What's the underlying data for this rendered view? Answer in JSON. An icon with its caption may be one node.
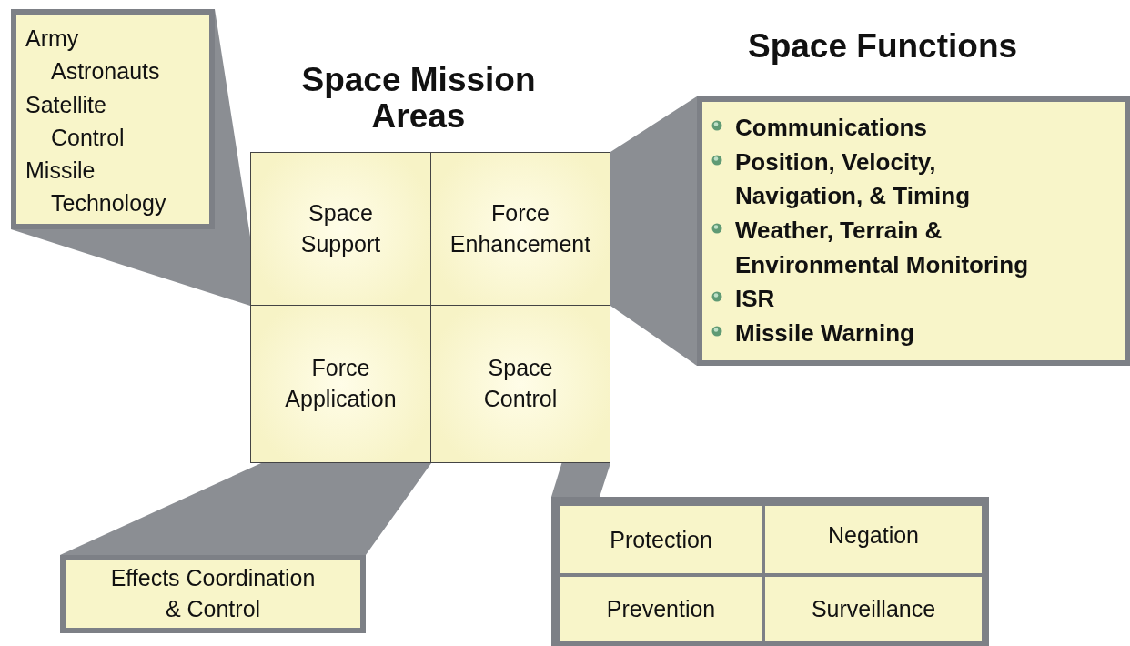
{
  "diagram": {
    "title": "Space Mission Areas",
    "nodes": [
      {
        "text": [
          "Space Support"
        ]
      },
      {
        "text": [
          "Force Enhancement"
        ]
      },
      {
        "text": [
          "Force Application"
        ]
      },
      {
        "text": [
          "Space Control"
        ]
      },
      {
        "text": [
          "Army Astronauts",
          "Satellite Control",
          "Missile Technology"
        ]
      },
      {
        "text": [
          "Space Functions",
          "Communications",
          "Position, Velocity, Navigation, & Timing",
          "Weather, Terrain & Environmental Monitoring",
          "ISR",
          "Missile Warning"
        ]
      },
      {
        "text": [
          "Effects Coordination & Control"
        ]
      },
      {
        "text": [],
        "shape": "box"
      },
      {
        "text": [
          "Protection"
        ],
        "in": 7
      },
      {
        "text": [
          "Negation"
        ],
        "in": 7
      },
      {
        "text": [
          "Prevention"
        ],
        "in": 7
      },
      {
        "text": [
          "Surveillance"
        ],
        "in": 7
      }
    ],
    "edges": [
      {
        "from": 0,
        "to": 4,
        "arrow": "none",
        "style": "thick"
      },
      {
        "from": 1,
        "to": 5,
        "arrow": "none",
        "style": "thick"
      },
      {
        "from": 2,
        "to": 6,
        "arrow": "none",
        "style": "thick"
      },
      {
        "from": 3,
        "to": 7,
        "arrow": "none",
        "style": "thick"
      }
    ]
  }
}
